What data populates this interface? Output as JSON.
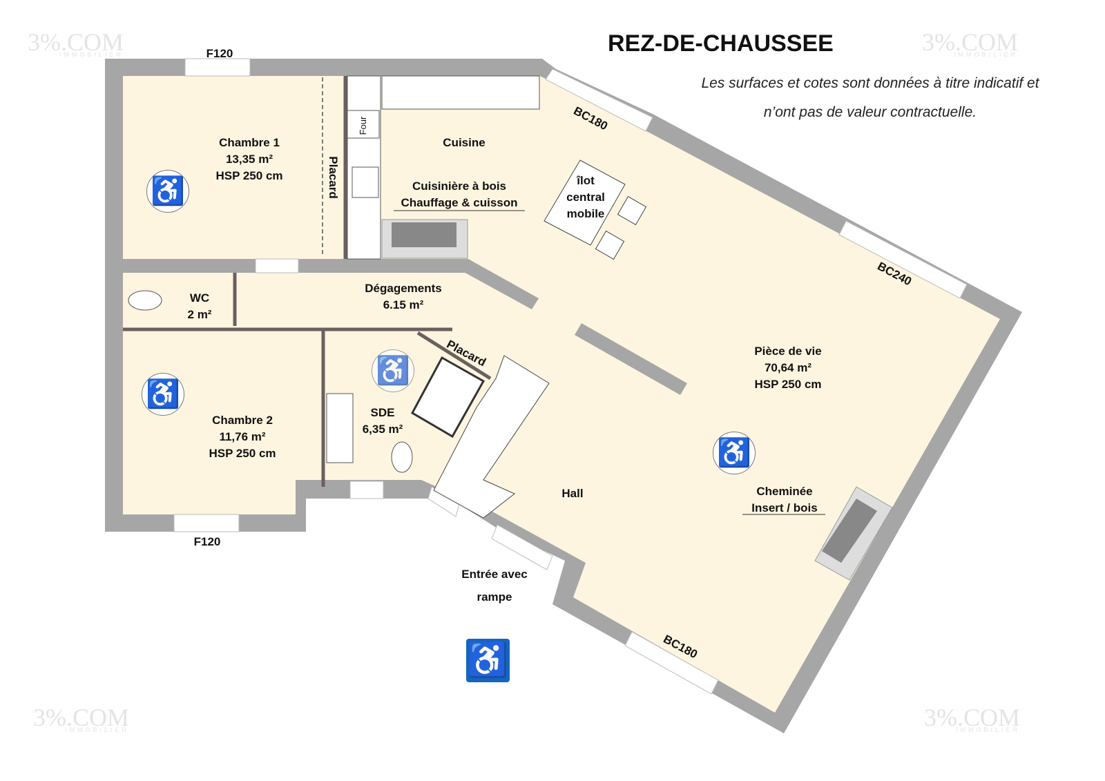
{
  "title": "REZ-DE-CHAUSSEE",
  "note": "Les surfaces et cotes sont données à titre indicatif et n’ont pas de valeur contractuelle.",
  "watermark": {
    "brand": "3%.COM",
    "sub": "IMMOBILIER"
  },
  "colors": {
    "wall": "#a6a6a6",
    "floor": "#fdf5df",
    "inner_wall": "#6b6060",
    "accessibility_blue": "#1565c0"
  },
  "rooms": {
    "chambre1": {
      "name": "Chambre 1",
      "area": "13,35 m²",
      "hsp": "HSP 250 cm"
    },
    "chambre2": {
      "name": "Chambre 2",
      "area": "11,76 m²",
      "hsp": "HSP 250 cm"
    },
    "wc": {
      "name": "WC",
      "area": "2 m²"
    },
    "degagements": {
      "name": "Dégagements",
      "area": "6.15 m²"
    },
    "sde": {
      "name": "SDE",
      "area": "6,35 m²"
    },
    "cuisine": {
      "name": "Cuisine"
    },
    "piece_de_vie": {
      "name": "Pièce de vie",
      "area": "70,64 m²",
      "hsp": "HSP 250 cm"
    },
    "hall": {
      "name": "Hall"
    }
  },
  "labels": {
    "placard1": "Placard",
    "placard2": "Placard",
    "four": "Four",
    "cuisiniere_1": "Cuisinière à bois",
    "cuisiniere_2": "Chauffage & cuisson",
    "ilot_1": "îlot",
    "ilot_2": "central",
    "ilot_3": "mobile",
    "cheminee_1": "Cheminée",
    "cheminee_2": "Insert / bois",
    "entree_1": "Entrée avec",
    "entree_2": "rampe"
  },
  "windows": {
    "w1": "F120",
    "w2": "F120",
    "w3": "BC180",
    "w4": "BC240",
    "w5": "BC180"
  },
  "icons": {
    "accessibility": "wheelchair-icon"
  }
}
